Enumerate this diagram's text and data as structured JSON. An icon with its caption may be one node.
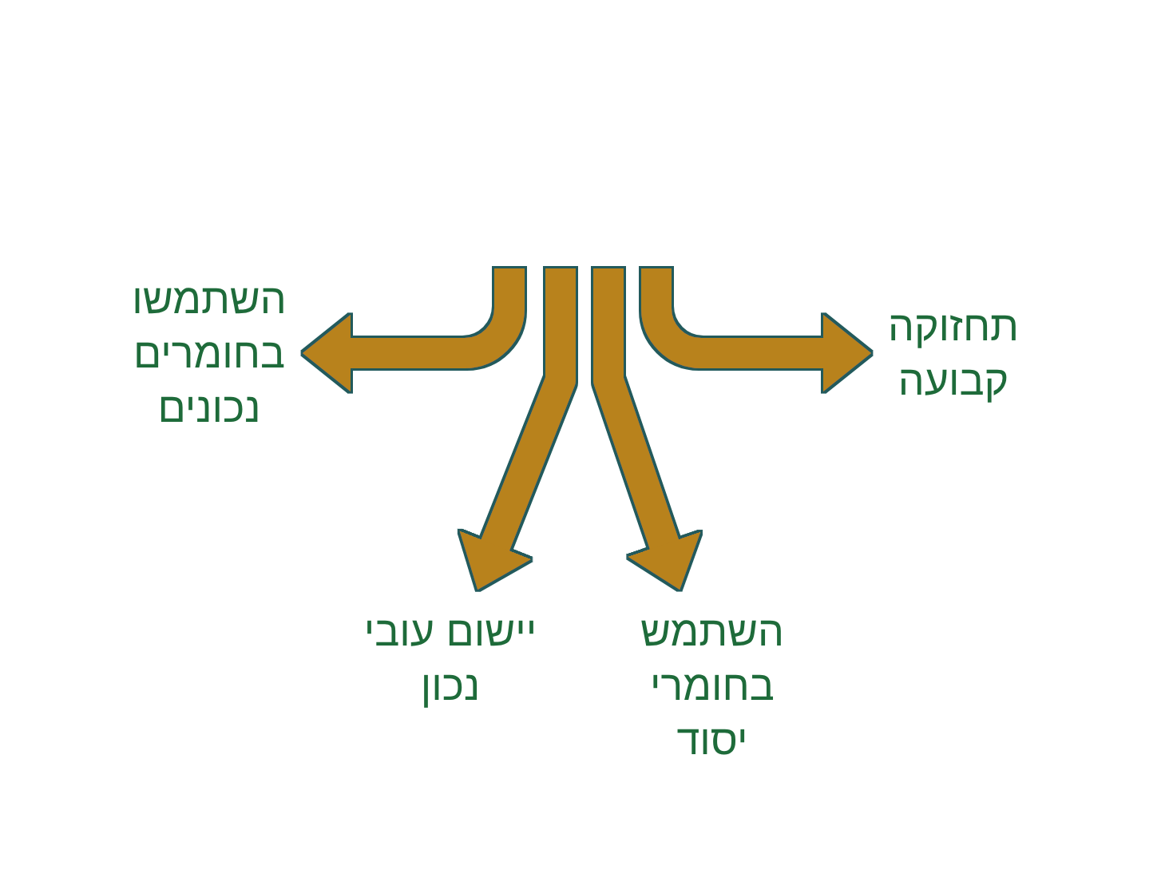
{
  "diagram": {
    "nodes": [
      {
        "text": [
          "תחזוקה קבועה"
        ]
      },
      {
        "text": [
          "השתמשו בחומרים נכונים"
        ]
      },
      {
        "text": [
          "השתמש בחומרי יסוד"
        ]
      },
      {
        "text": [
          "יישום עובי נכון"
        ]
      }
    ],
    "edges": [
      {
        "from": null,
        "to": 0,
        "arrow": "to"
      },
      {
        "from": null,
        "to": 1,
        "arrow": "to"
      },
      {
        "from": null,
        "to": 2,
        "arrow": "to"
      },
      {
        "from": null,
        "to": 3,
        "arrow": "to"
      }
    ]
  }
}
